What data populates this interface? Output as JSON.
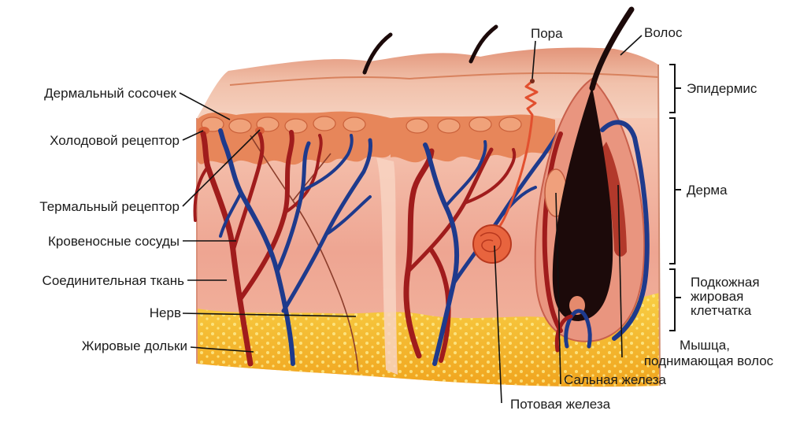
{
  "labels": {
    "dermal_papilla": "Дермальный сосочек",
    "cold_receptor": "Холодовой рецептор",
    "thermal_receptor": "Термальный рецептор",
    "blood_vessels": "Кровеносные сосуды",
    "connective_tissue": "Соединительная ткань",
    "nerve": "Нерв",
    "fat_lobules": "Жировые дольки",
    "pore": "Пора",
    "hair": "Волос",
    "epidermis": "Эпидермис",
    "dermis": "Дерма",
    "subcutaneous_fat": [
      "Подкожная",
      "жировая",
      "клетчатка"
    ],
    "arrector_muscle": [
      "Мышца,",
      "поднимающая волос"
    ],
    "sebaceous_gland": "Сальная железа",
    "sweat_gland": "Потовая железа"
  },
  "colors": {
    "artery": "#a01c1c",
    "vein": "#1e3a8c",
    "epidermis": "#e7865a",
    "hair": "#1c0a0a",
    "sweat_gland": "#e2502f",
    "label_text": "#1b1b1b"
  }
}
